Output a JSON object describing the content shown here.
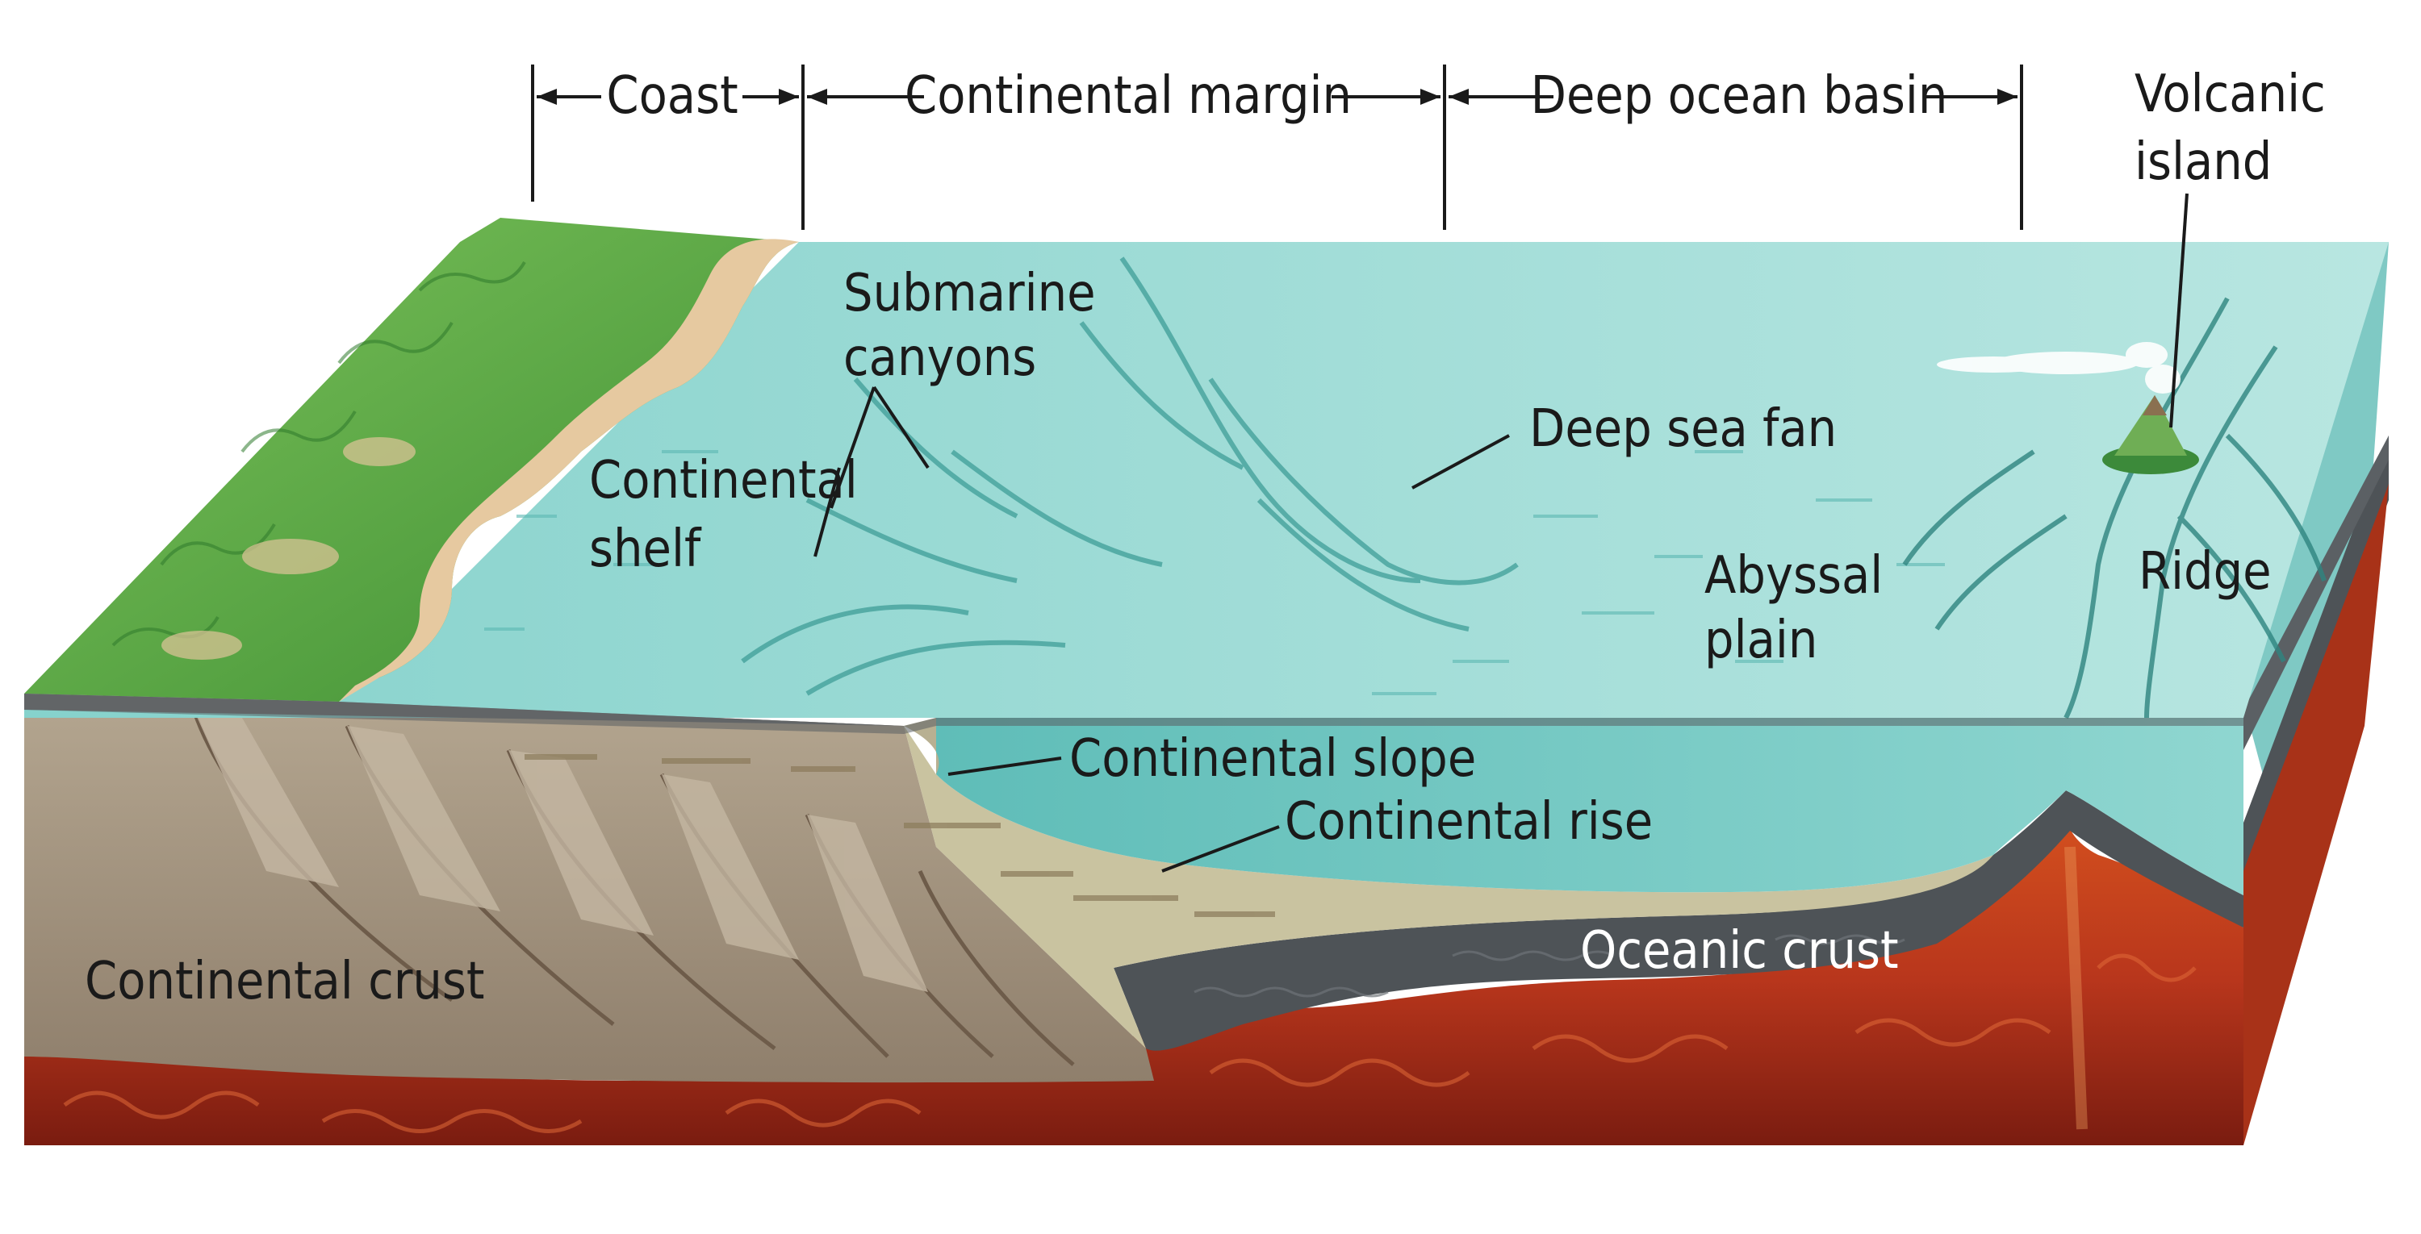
{
  "zones": {
    "coast": "Coast",
    "continental_margin": "Continental margin",
    "deep_ocean_basin": "Deep ocean basin"
  },
  "labels": {
    "volcanic_island_line1": "Volcanic",
    "volcanic_island_line2": "island",
    "submarine_canyons_line1": "Submarine",
    "submarine_canyons_line2": "canyons",
    "continental_shelf_line1": "Continental",
    "continental_shelf_line2": "shelf",
    "deep_sea_fan": "Deep sea fan",
    "abyssal_plain_line1": "Abyssal",
    "abyssal_plain_line2": "plain",
    "ridge": "Ridge",
    "continental_slope": "Continental slope",
    "continental_rise": "Continental rise",
    "oceanic_crust": "Oceanic crust",
    "continental_crust": "Continental crust"
  },
  "colors": {
    "ocean_surface": "#8fd6d0",
    "ocean_water": "#6cc6c2",
    "land_green": "#5aa844",
    "beach": "#e6c9a0",
    "sediment": "#c8c09c",
    "continental_crust": "#a99a86",
    "oceanic_crust": "#4e5357",
    "mantle": "#b8361c"
  }
}
